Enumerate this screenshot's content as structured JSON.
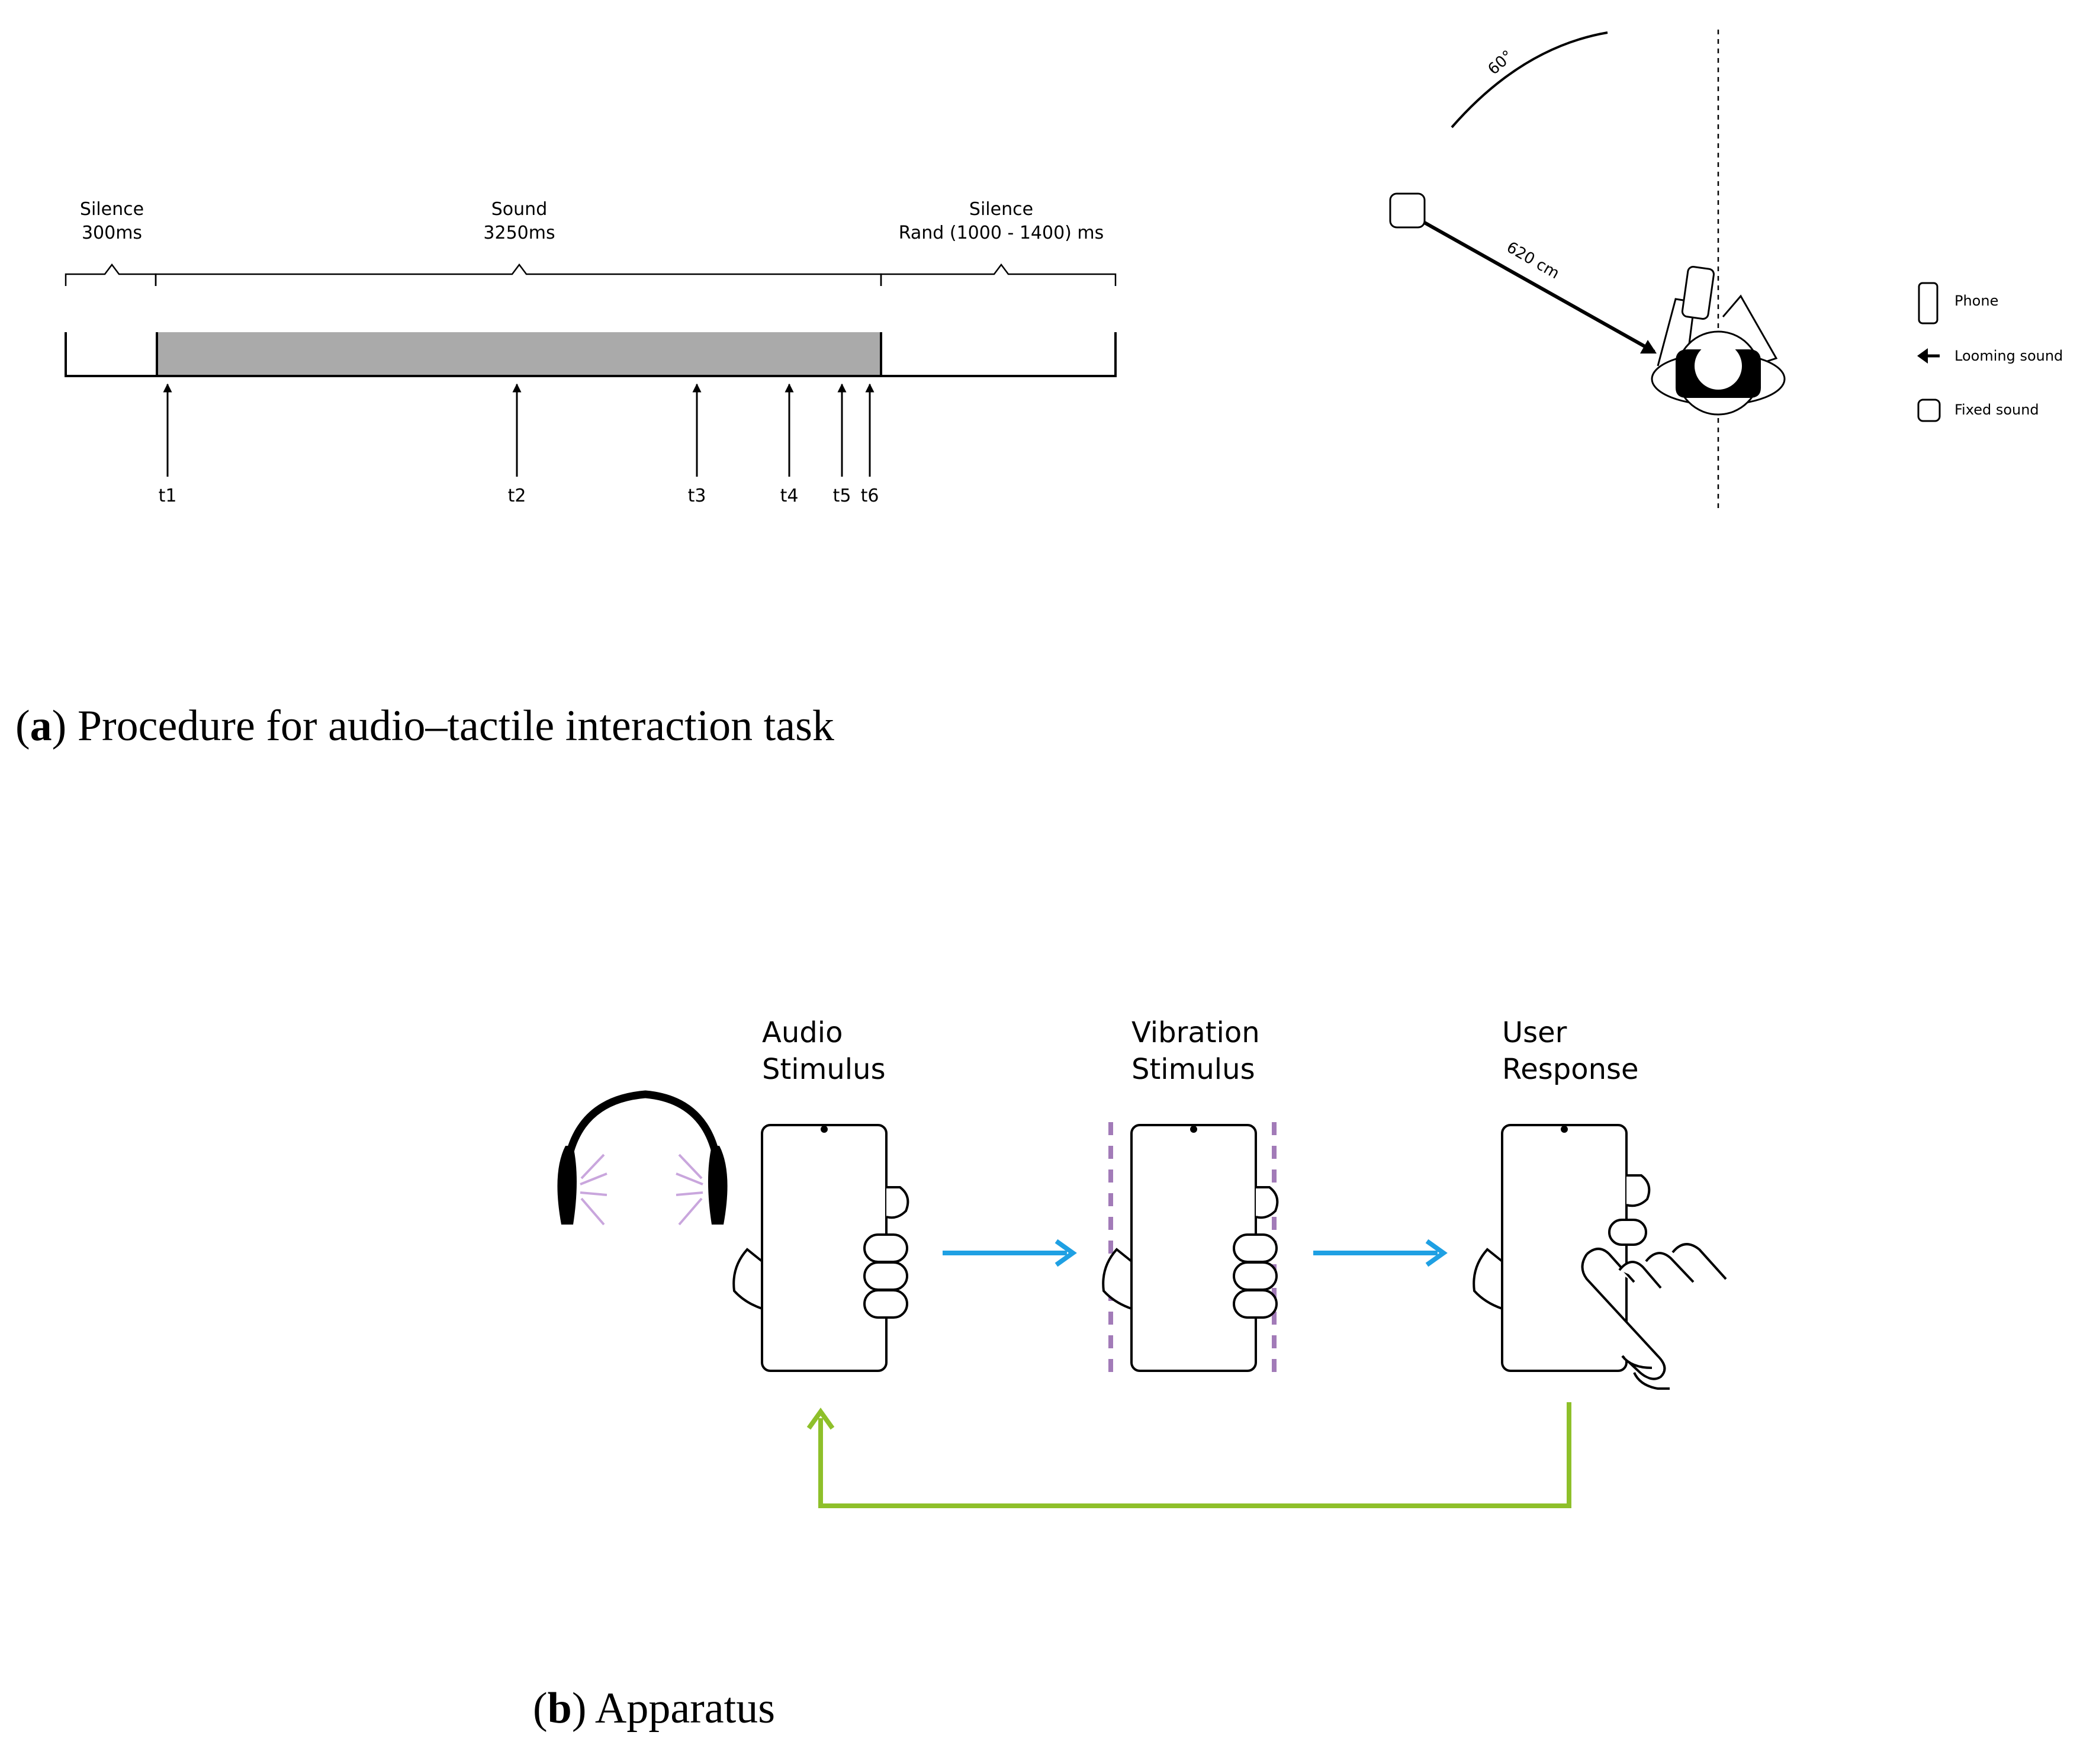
{
  "panel_a": {
    "caption_letter": "a",
    "caption_text": "Procedure for audio–tactile interaction task",
    "phases": [
      {
        "name": "Silence",
        "duration": "300ms"
      },
      {
        "name": "Sound",
        "duration": "3250ms"
      },
      {
        "name": "Silence",
        "duration": "Rand (1000 - 1400) ms"
      }
    ],
    "time_markers": [
      "t1",
      "t2",
      "t3",
      "t4",
      "t5",
      "t6"
    ],
    "spatial": {
      "angle": "60°",
      "distance": "620 cm"
    },
    "legend": {
      "phone": "Phone",
      "looming": "Looming sound",
      "fixed": "Fixed sound"
    }
  },
  "panel_b": {
    "caption_letter": "b",
    "caption_text": "Apparatus",
    "steps": [
      {
        "line1": "Audio",
        "line2": "Stimulus"
      },
      {
        "line1": "Vibration",
        "line2": "Stimulus"
      },
      {
        "line1": "User",
        "line2": "Response"
      }
    ],
    "colors": {
      "forward_arrow": "#1fa0e3",
      "loop_arrow": "#8ec02a",
      "vibration": "#a27bb8",
      "sound_waves": "#c9a6dd",
      "timeline_fill": "#aaaaaa"
    }
  }
}
